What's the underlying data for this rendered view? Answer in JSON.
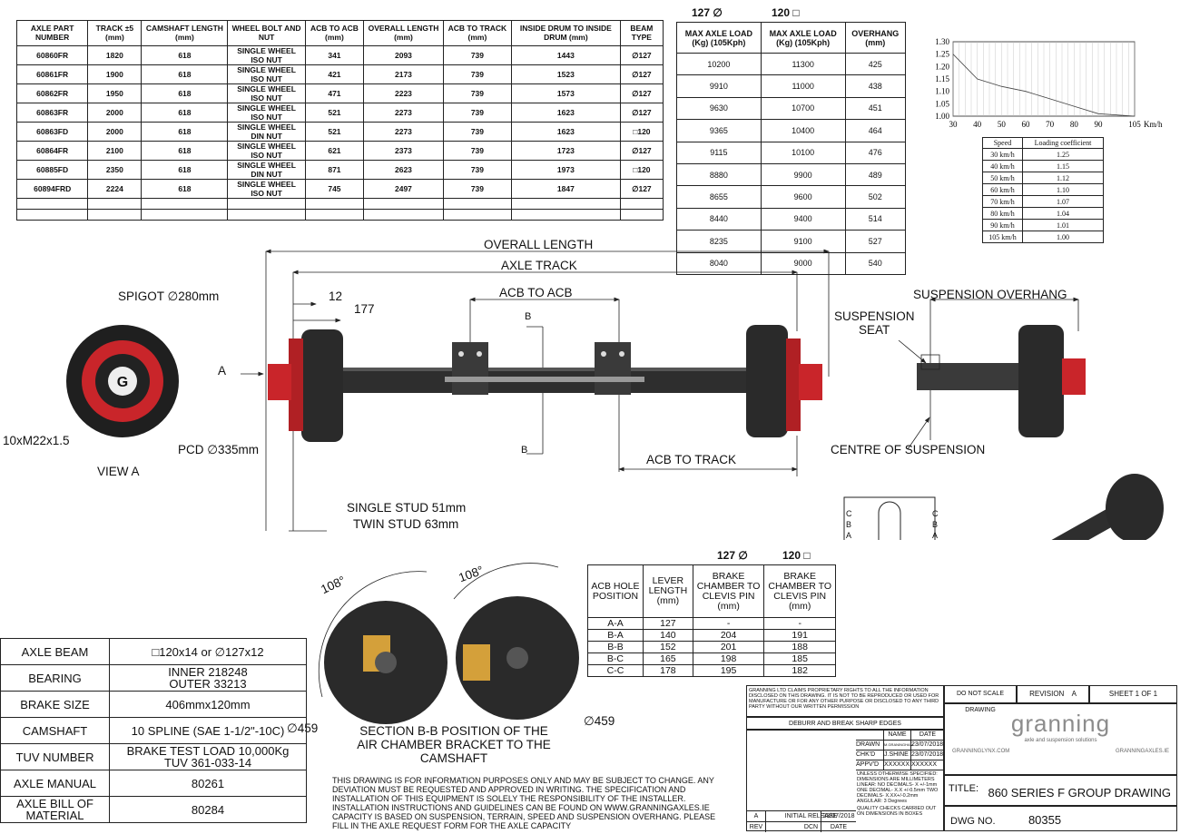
{
  "parts_table": {
    "headers": [
      "AXLE PART NUMBER",
      "TRACK ±5 (mm)",
      "CAMSHAFT LENGTH (mm)",
      "WHEEL BOLT AND NUT",
      "ACB TO ACB (mm)",
      "OVERALL LENGTH (mm)",
      "ACB TO TRACK (mm)",
      "INSIDE DRUM TO INSIDE DRUM (mm)",
      "BEAM TYPE"
    ],
    "rows": [
      [
        "60860FR",
        "1820",
        "618",
        "SINGLE WHEEL ISO NUT",
        "341",
        "2093",
        "739",
        "1443",
        "∅127"
      ],
      [
        "60861FR",
        "1900",
        "618",
        "SINGLE WHEEL ISO NUT",
        "421",
        "2173",
        "739",
        "1523",
        "∅127"
      ],
      [
        "60862FR",
        "1950",
        "618",
        "SINGLE WHEEL ISO NUT",
        "471",
        "2223",
        "739",
        "1573",
        "∅127"
      ],
      [
        "60863FR",
        "2000",
        "618",
        "SINGLE WHEEL ISO NUT",
        "521",
        "2273",
        "739",
        "1623",
        "∅127"
      ],
      [
        "60863FD",
        "2000",
        "618",
        "SINGLE WHEEL DIN NUT",
        "521",
        "2273",
        "739",
        "1623",
        "□120"
      ],
      [
        "60864FR",
        "2100",
        "618",
        "SINGLE WHEEL ISO NUT",
        "621",
        "2373",
        "739",
        "1723",
        "∅127"
      ],
      [
        "60885FD",
        "2350",
        "618",
        "SINGLE WHEEL DIN NUT",
        "871",
        "2623",
        "739",
        "1973",
        "□120"
      ],
      [
        "60894FRD",
        "2224",
        "618",
        "SINGLE WHEEL ISO NUT",
        "745",
        "2497",
        "739",
        "1847",
        "∅127"
      ],
      [
        "",
        "",
        "",
        "",
        "",
        "",
        "",
        "",
        ""
      ],
      [
        "",
        "",
        "",
        "",
        "",
        "",
        "",
        "",
        ""
      ]
    ]
  },
  "load_table": {
    "beam_127": "127 ∅",
    "beam_120": "120 □",
    "headers": [
      "MAX AXLE LOAD (Kg) (105Kph)",
      "MAX AXLE LOAD (Kg) (105Kph)",
      "OVERHANG (mm)"
    ],
    "rows": [
      [
        "10200",
        "11300",
        "425"
      ],
      [
        "9910",
        "11000",
        "438"
      ],
      [
        "9630",
        "10700",
        "451"
      ],
      [
        "9365",
        "10400",
        "464"
      ],
      [
        "9115",
        "10100",
        "476"
      ],
      [
        "8880",
        "9900",
        "489"
      ],
      [
        "8655",
        "9600",
        "502"
      ],
      [
        "8440",
        "9400",
        "514"
      ],
      [
        "8235",
        "9100",
        "527"
      ],
      [
        "8040",
        "9000",
        "540"
      ]
    ]
  },
  "chart_data": {
    "type": "line",
    "title": "",
    "xlabel": "Km/h",
    "ylabel": "",
    "x_ticks": [
      "30",
      "40",
      "50",
      "60",
      "70",
      "80",
      "90",
      "105"
    ],
    "y_ticks": [
      "1.00",
      "1.05",
      "1.10",
      "1.15",
      "1.20",
      "1.25",
      "1.30"
    ],
    "xlim": [
      30,
      105
    ],
    "ylim": [
      1.0,
      1.3
    ],
    "grid": true,
    "series": [
      {
        "x": [
          30,
          40,
          50,
          60,
          70,
          80,
          90,
          105
        ],
        "values": [
          1.25,
          1.15,
          1.12,
          1.1,
          1.07,
          1.04,
          1.01,
          1.0
        ]
      }
    ]
  },
  "speed_table": {
    "headers": [
      "Speed",
      "Loading coefficient"
    ],
    "rows": [
      [
        "30 km/h",
        "1.25"
      ],
      [
        "40 km/h",
        "1.15"
      ],
      [
        "50 km/h",
        "1.12"
      ],
      [
        "60 km/h",
        "1.10"
      ],
      [
        "70 km/h",
        "1.07"
      ],
      [
        "80 km/h",
        "1.04"
      ],
      [
        "90 km/h",
        "1.01"
      ],
      [
        "105 km/h",
        "1.00"
      ]
    ]
  },
  "drawing_labels": {
    "overall_length": "OVERALL LENGTH",
    "axle_track": "AXLE TRACK",
    "acb_to_acb": "ACB TO ACB",
    "dim_12": "12",
    "dim_177": "177",
    "section_b_top": "B",
    "section_b_bottom": "B",
    "acb_to_track": "ACB TO TRACK",
    "spigot": "SPIGOT ∅280mm",
    "view_arrow": "A",
    "studs": "10xM22x1.5",
    "pcd": "PCD  ∅335mm",
    "view_a": "VIEW A",
    "single_stud": "SINGLE STUD 51mm",
    "twin_stud": "TWIN STUD 63mm",
    "suspension_overhang": "SUSPENSION OVERHANG",
    "suspension_seat_1": "SUSPENSION",
    "suspension_seat_2": "SEAT",
    "centre_of_suspension": "CENTRE OF SUSPENSION",
    "angle_left": "108°",
    "angle_right": "108°",
    "diam_left": "∅459",
    "diam_right": "∅459",
    "section_caption_1": "SECTION B-B POSITION OF THE",
    "section_caption_2": "AIR CHAMBER BRACKET TO THE",
    "section_caption_3": "CAMSHAFT",
    "bracket_hole_labels": [
      "C",
      "B",
      "A",
      "C",
      "B",
      "A"
    ]
  },
  "hole_table": {
    "beam_127": "127 ∅",
    "beam_120": "120 □",
    "headers": [
      "ACB HOLE POSITION",
      "LEVER LENGTH (mm)",
      "BRAKE CHAMBER TO CLEVIS PIN (mm)",
      "BRAKE CHAMBER TO CLEVIS PIN (mm)"
    ],
    "rows": [
      [
        "A-A",
        "127",
        "-",
        "-"
      ],
      [
        "B-A",
        "140",
        "204",
        "191"
      ],
      [
        "B-B",
        "152",
        "201",
        "188"
      ],
      [
        "B-C",
        "165",
        "198",
        "185"
      ],
      [
        "C-C",
        "178",
        "195",
        "182"
      ]
    ]
  },
  "spec_table": [
    {
      "label": "AXLE BEAM",
      "value": "□120x14 or  ∅127x12"
    },
    {
      "label": "BEARING",
      "value": "INNER 218248\nOUTER 33213"
    },
    {
      "label": "BRAKE SIZE",
      "value": "406mmx120mm"
    },
    {
      "label": "CAMSHAFT",
      "value": "10 SPLINE (SAE 1-1/2\"-10C)"
    },
    {
      "label": "TUV NUMBER",
      "value": "BRAKE TEST LOAD 10,000Kg\nTUV 361-033-14"
    },
    {
      "label": "AXLE MANUAL",
      "value": "80261"
    },
    {
      "label": "AXLE BILL OF\nMATERIAL",
      "value": "80284"
    }
  ],
  "disclaimer": "THIS DRAWING IS FOR INFORMATION PURPOSES ONLY AND MAY BE SUBJECT TO CHANGE. ANY DEVIATION MUST BE REQUESTED AND APPROVED IN WRITING. THE SPECIFICATION AND INSTALLATION OF THIS EQUIPMENT IS SOLELY THE RESPONSIBILITY OF THE INSTALLER. INSTALLATION INSTRUCTIONS AND GUIDELINES CAN BE FOUND ON WWW.GRANNINGAXLES.IE CAPACITY IS BASED ON SUSPENSION, TERRAIN, SPEED AND SUSPENSION OVERHANG. PLEASE FILL IN THE AXLE REQUEST FORM FOR THE AXLE CAPACITY",
  "title_block": {
    "proprietary": "GRANNING LTD CLAIMS PROPRIETARY RIGHTS TO ALL THE INFORMATION DISCLOSED ON THIS DRAWING. IT IS NOT TO BE REPRODUCED OR USED FOR MANUFACTURE OR FOR ANY OTHER PURPOSE OR DISCLOSED TO ANY THIRD PARTY WITHOUT OUR WRITTEN PERMISSION",
    "deburr": "DEBURR AND BREAK SHARP EDGES",
    "name_hdr": "NAME",
    "date_hdr": "DATE",
    "drawn_label": "DRAWN",
    "drawn_name": "M.GRANINGHAM",
    "drawn_date": "23/07/2018",
    "chkd_label": "CHK'D",
    "chkd_name": "J.SHINE",
    "chkd_date": "23/07/2018",
    "appvd_label": "APPV'D",
    "appvd_name": "XXXXXX",
    "appvd_date": "XXXXXX",
    "tolerance_note": "UNLESS OTHERWISE SPECIFIED: DIMENSIONS ARE MILLIMETERS LINEAR: NO DECIMALS- X +/-1mm ONE DECIMAL- X.X +/-0.5mm TWO DECIMALS- X.XX+/-0.2mm ANGULAR: 3 Degrees",
    "quality_note": "QUALITY CHECKS CARRIED OUT ON DIMENSIONS IN BOXES",
    "rev_a": "A",
    "initial_release": "INITIAL RELEASE",
    "release_date": "23/07/2018",
    "rev_label": "REV",
    "dcn_label": "DCN",
    "date_label": "DATE",
    "do_not_scale": "DO NOT SCALE DRAWING",
    "revision_label": "REVISION",
    "revision_value": "A",
    "sheet": "SHEET 1 OF 1",
    "logo": "granning",
    "tagline": "axle and suspension solutions",
    "site_left": "GRANNINGLYNX.COM",
    "site_right": "GRANNINGAXLES.IE",
    "title_label": "TITLE:",
    "title_value": "860 SERIES F GROUP DRAWING",
    "dwg_label": "DWG NO.",
    "dwg_value": "80355"
  },
  "colors": {
    "hub_red": "#d8262b",
    "drum_dark": "#2a2a2a",
    "line": "#222222"
  }
}
